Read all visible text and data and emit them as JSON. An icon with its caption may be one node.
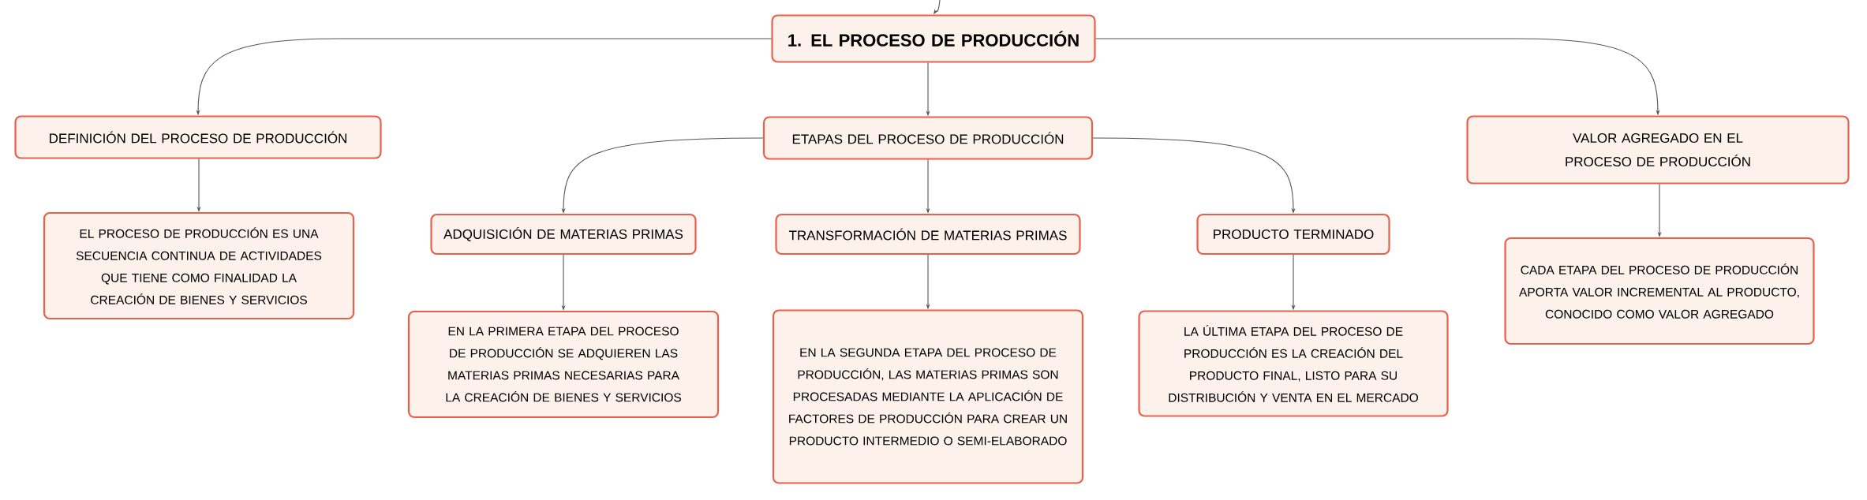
{
  "diagram": {
    "nodes": [
      {
        "text": [
          "1. EL PROCESO DE PRODUCCIÓN"
        ]
      },
      {
        "text": [
          "DEFINICIÓN DEL PROCESO DE PRODUCCIÓN"
        ]
      },
      {
        "text": [
          "ETAPAS DEL PROCESO DE PRODUCCIÓN"
        ]
      },
      {
        "text": [
          "VALOR AGREGADO EN EL PROCESO DE PRODUCCIÓN"
        ]
      },
      {
        "text": [
          "EL PROCESO DE PRODUCCIÓN ES UNA SECUENCIA CONTINUA DE ACTIVIDADES QUE TIENE COMO FINALIDAD LA CREACIÓN DE BIENES Y SERVICIOS"
        ]
      },
      {
        "text": [
          "ADQUISICIÓN DE MATERIAS PRIMAS"
        ]
      },
      {
        "text": [
          "TRANSFORMACIÓN DE MATERIAS PRIMAS"
        ]
      },
      {
        "text": [
          "PRODUCTO TERMINADO"
        ]
      },
      {
        "text": [
          "EN LA PRIMERA ETAPA DEL PROCESO DE PRODUCCIÓN SE ADQUIEREN LAS MATERIAS PRIMAS NECESARIAS PARA LA CREACIÓN DE BIENES Y SERVICIOS"
        ]
      },
      {
        "text": [
          "EN LA SEGUNDA ETAPA DEL PROCESO DE PRODUCCIÓN, LAS MATERIAS PRIMAS SON PROCESADAS MEDIANTE LA APLICACIÓN DE FACTORES DE PRODUCCIÓN PARA CREAR UN PRODUCTO INTERMEDIO O SEMI-ELABORADO"
        ]
      },
      {
        "text": [
          "LA ÚLTIMA ETAPA DEL PROCESO DE PRODUCCIÓN ES LA CREACIÓN DEL PRODUCTO FINAL, LISTO PARA SU DISTRIBUCIÓN Y VENTA EN EL MERCADO"
        ]
      },
      {
        "text": [
          "CADA ETAPA DEL PROCESO DE PRODUCCIÓN APORTA VALOR INCREMENTAL AL PRODUCTO, CONOCIDO COMO VALOR AGREGADO"
        ]
      }
    ],
    "edges": [
      {
        "from": null,
        "to": 0,
        "arrow": "to"
      },
      {
        "from": 0,
        "to": 1,
        "arrow": "to"
      },
      {
        "from": 0,
        "to": 2,
        "arrow": "to"
      },
      {
        "from": 0,
        "to": 3,
        "arrow": "to"
      },
      {
        "from": 1,
        "to": 4,
        "arrow": "to"
      },
      {
        "from": 2,
        "to": 5,
        "arrow": "to"
      },
      {
        "from": 2,
        "to": 6,
        "arrow": "to"
      },
      {
        "from": 2,
        "to": 7,
        "arrow": "to"
      },
      {
        "from": 5,
        "to": 8,
        "arrow": "to"
      },
      {
        "from": 6,
        "to": 9,
        "arrow": "to"
      },
      {
        "from": 7,
        "to": 10,
        "arrow": "to"
      },
      {
        "from": 3,
        "to": 11,
        "arrow": "to"
      }
    ]
  }
}
